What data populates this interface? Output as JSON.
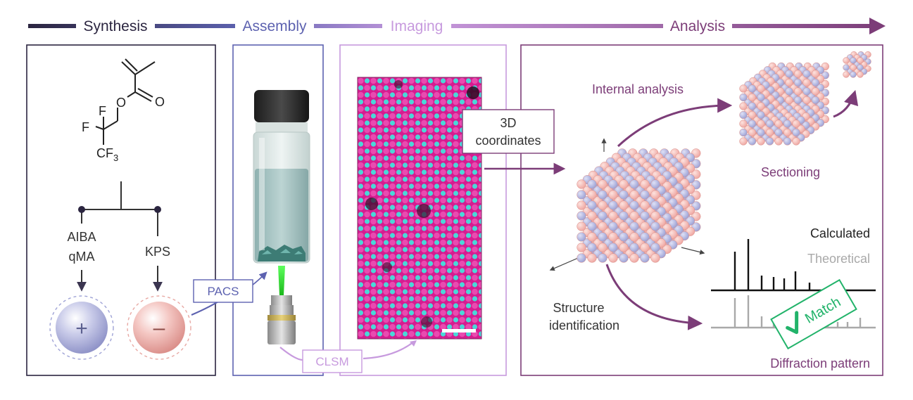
{
  "stages": {
    "synthesis": "Synthesis",
    "assembly": "Assembly",
    "imaging": "Imaging",
    "analysis": "Analysis"
  },
  "molecule": {
    "f1": "F",
    "f2": "F",
    "cf3": "CF",
    "cf3_sub": "3",
    "o1": "O",
    "o2": "O"
  },
  "synthesis": {
    "left_initiator_line1": "AIBA",
    "left_initiator_line2": "qMA",
    "right_initiator": "KPS",
    "positive_sign": "+",
    "negative_sign": "–"
  },
  "assembly": {
    "pacs": "PACS"
  },
  "imaging": {
    "clsm": "CLSM",
    "coordinates_line1": "3D",
    "coordinates_line2": "coordinates"
  },
  "analysis": {
    "internal_analysis": "Internal analysis",
    "sectioning": "Sectioning",
    "structure_line1": "Structure",
    "structure_line2": "identification",
    "calculated": "Calculated",
    "theoretical": "Theoretical",
    "match": "Match",
    "diffraction_pattern": "Diffraction pattern"
  },
  "colors": {
    "synthesis": "#2b2540",
    "assembly": "#5d62b0",
    "imaging": "#c79ade",
    "analysis": "#7c3d78",
    "particle_blue": "#aeb2dc",
    "particle_pink": "#f3b8b4",
    "micrograph_magenta": "#e0209a",
    "micrograph_cyan": "#3fd6d6",
    "match_green": "#22b36a"
  },
  "icons": [
    "checkmark-icon",
    "vial-icon",
    "objective-icon",
    "crystal-cube-icon",
    "positive-particle-icon",
    "negative-particle-icon"
  ]
}
